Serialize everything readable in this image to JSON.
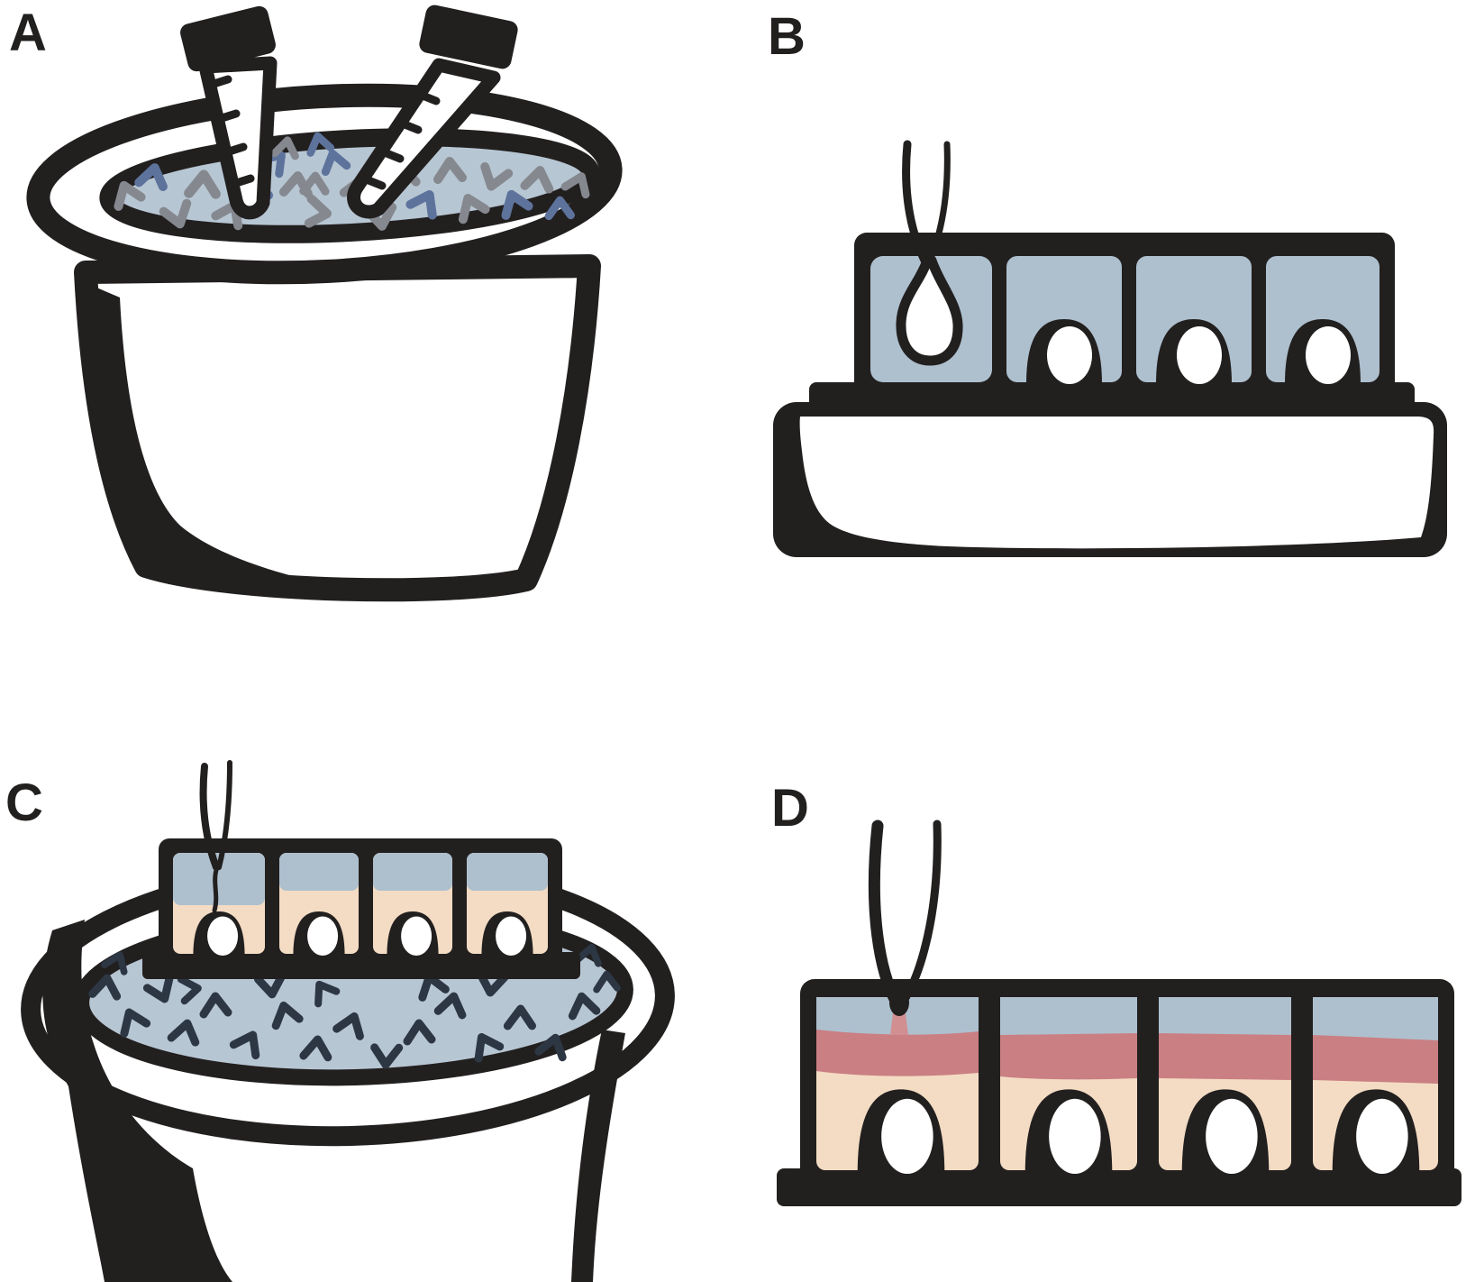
{
  "figure": {
    "panels": [
      {
        "label": "A"
      },
      {
        "label": "B"
      },
      {
        "label": "C"
      },
      {
        "label": "D"
      }
    ]
  },
  "colors": {
    "ink": "#221f1f",
    "white": "#ffffff",
    "ice-blue": "#b7c6d3",
    "block-blue": "#aec0ce",
    "peach": "#f3dcc3",
    "pink": "#ca7f83",
    "streak-pink": "#d28f91",
    "chevron-gray": "#85898f",
    "chevron-blue": "#5d739c",
    "chevron-dark": "#2d3744"
  }
}
